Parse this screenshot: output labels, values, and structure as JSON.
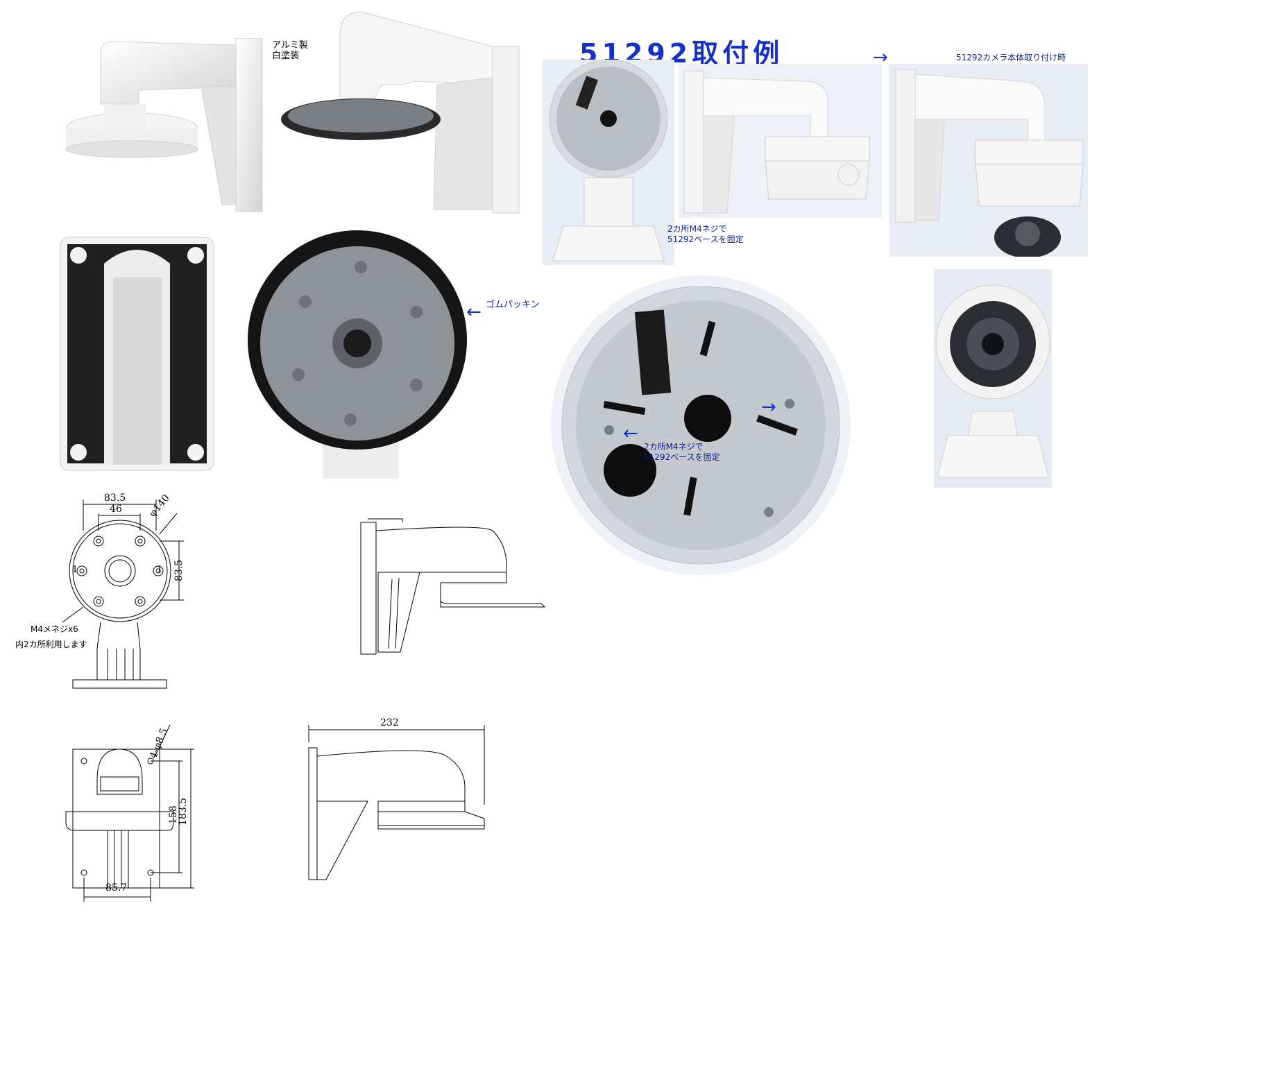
{
  "labels": {
    "material_line1": "アルミ製",
    "material_line2": "白塗装",
    "gasket": "ゴムパッキン",
    "example_title": "51292取付例",
    "camera_mounted": "51292カメラ本体取り付け時",
    "fix_note_top_l1": "2カ所M4ネジで",
    "fix_note_top_l2": "51292ベースを固定",
    "fix_note_mid_l1": "2カ所M4ネジで",
    "fix_note_mid_l2": "51292ベースを固定",
    "screw_note_l1": "M4メネジx6",
    "screw_note_l2": "内2カ所利用します"
  },
  "dimensions": {
    "top_width": "83.5",
    "top_inner": "46",
    "diameter": "φ140",
    "side_height": "83.5",
    "hole_label": "4-φ8.5",
    "plate_inner_height": "158",
    "plate_height": "183.5",
    "plate_width": "85.7",
    "total_length": "232",
    "hole_mark_left": "1",
    "hole_mark_right": "1"
  },
  "arrows": {
    "gasket_arrow": "←",
    "camera_arrow": "→",
    "screw_arrow_right": "→",
    "screw_arrow_left": "←"
  },
  "colors": {
    "title_blue": "#1630c8",
    "note_blue": "#0a1e8c",
    "bracket_white": "#f1f1f1",
    "gasket_black": "#151515",
    "metal_gray": "#8e9398"
  }
}
